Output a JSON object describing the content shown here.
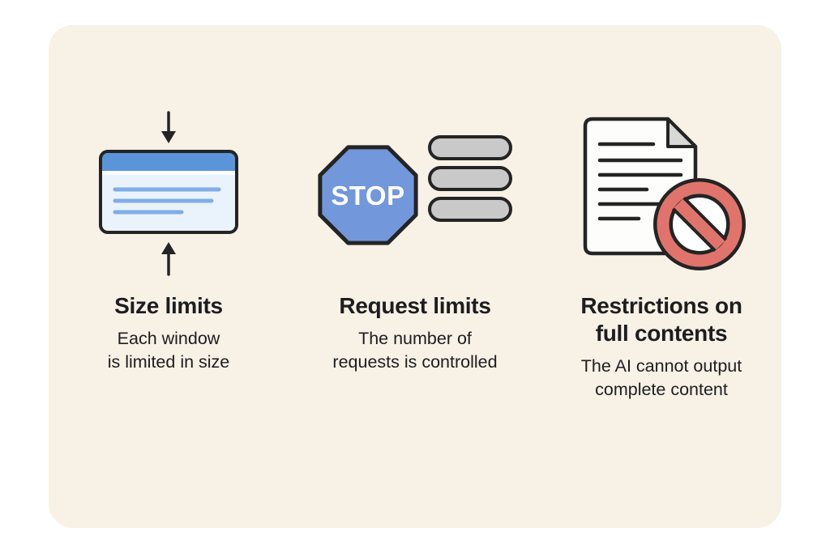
{
  "items": [
    {
      "name": "size-limits",
      "title": "Size limits",
      "subtitle": "Each window\nis limited in size"
    },
    {
      "name": "request-limits",
      "title": "Request limits",
      "subtitle": "The number of\nrequests is controlled",
      "stop_sign_label": "STOP"
    },
    {
      "name": "full-content-restrictions",
      "title": "Restrictions on\nfull contents",
      "subtitle": "The AI cannot output\ncomplete content"
    }
  ],
  "colors": {
    "page_bg": "#ffffff",
    "panel_bg": "#f7f1e6",
    "outline": "#242424",
    "text_dark": "#1d1d1f",
    "window_header_blue": "#5b95d9",
    "window_body_blue": "#eaf2fc",
    "window_line_blue": "#7fade6",
    "stop_blue": "#7297db",
    "stop_text": "#ffffff",
    "bar_gray": "#c9c9c9",
    "document_fill": "#fdfdfc",
    "fold_gray": "#d8d8d6",
    "restrict_red": "#e0746c"
  }
}
